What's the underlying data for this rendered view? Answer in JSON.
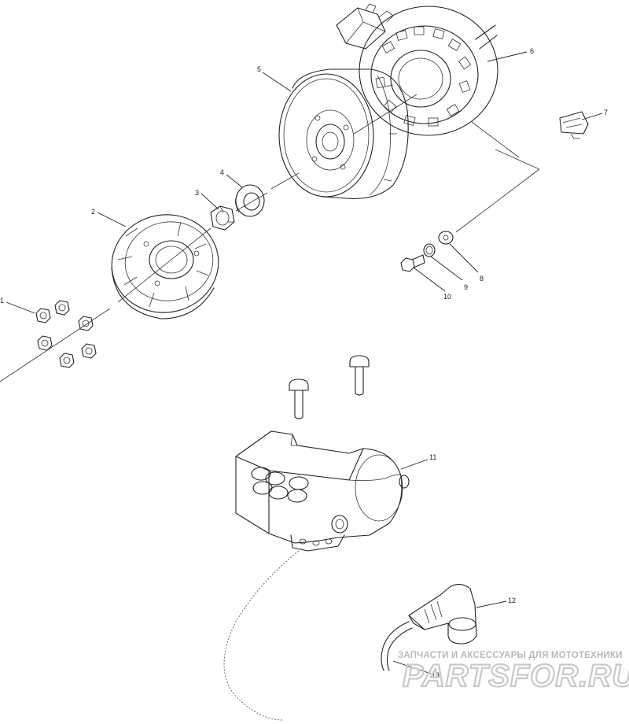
{
  "callouts": {
    "c1": "1",
    "c2": "2",
    "c3": "3",
    "c4": "4",
    "c5": "5",
    "c6": "6",
    "c7": "7",
    "c8": "8",
    "c9": "9",
    "c10": "10",
    "c11": "11",
    "c12": "12",
    "c13": "13"
  },
  "watermark": {
    "tagline": "ЗАПЧАСТИ И АКСЕССУАРЫ ДЛЯ МОТОТЕХНИКИ",
    "logo": "PARTSFOR.RU"
  }
}
